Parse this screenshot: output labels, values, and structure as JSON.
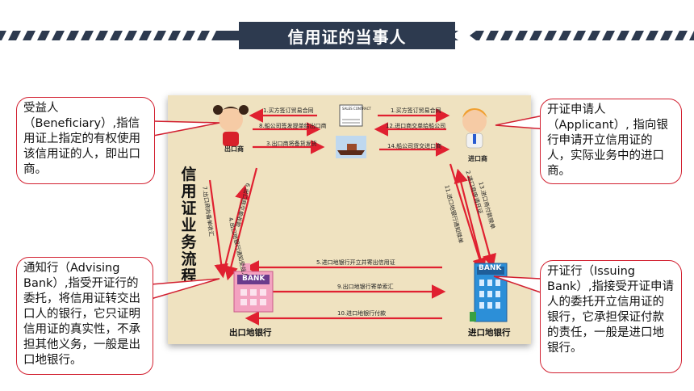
{
  "header": {
    "title": "信用证的当事人"
  },
  "diagram": {
    "vertical_title": "信用证业务流程",
    "exporter_label": "出口商",
    "importer_label": "进口商",
    "export_bank_label": "出口地银行",
    "import_bank_label": "进口地银行",
    "bank_sign": "BANK",
    "contract_sign": "SALES CONTRACT",
    "steps": {
      "s1a": "1.买方签订贸易合同",
      "s1b": "1.买方签订贸易合同",
      "s8": "8.船公司签发提单给出口商",
      "s12": "12.进口商交单给船公司",
      "s3": "3.出口商将备货发货",
      "s14": "14.船公司货交进口商",
      "s4": "4.出口地银行通知受益人",
      "s6": "6.出口商交单收款",
      "s7": "7.出口商向备单收汇",
      "s2": "2.进口商申请开证",
      "s11": "11.进口地银行通知赎单",
      "s13": "13.进口商付款赎单",
      "s5": "5.进口地银行开立并寄出信用证",
      "s9": "9.出口地银行寄单索汇",
      "s10": "10.进口地银行付款"
    }
  },
  "callouts": {
    "beneficiary": "受益人（Beneficiary）,指信用证上指定的有权使用该信用证的人，即出口商。",
    "applicant": "开证申请人（Applicant）, 指向银行申请开立信用证的人，实际业务中的进口商。",
    "advising": "通知行（Advising Bank）,指受开证行的委托，将信用证转交出口人的银行，它只证明信用证的真实性，不承担其他义务，一般是出口地银行。",
    "issuing": "开证行（Issuing Bank）,指接受开证申请人的委托开立信用证的银行，它承担保证付款的责任，一般是进口地银行。"
  }
}
